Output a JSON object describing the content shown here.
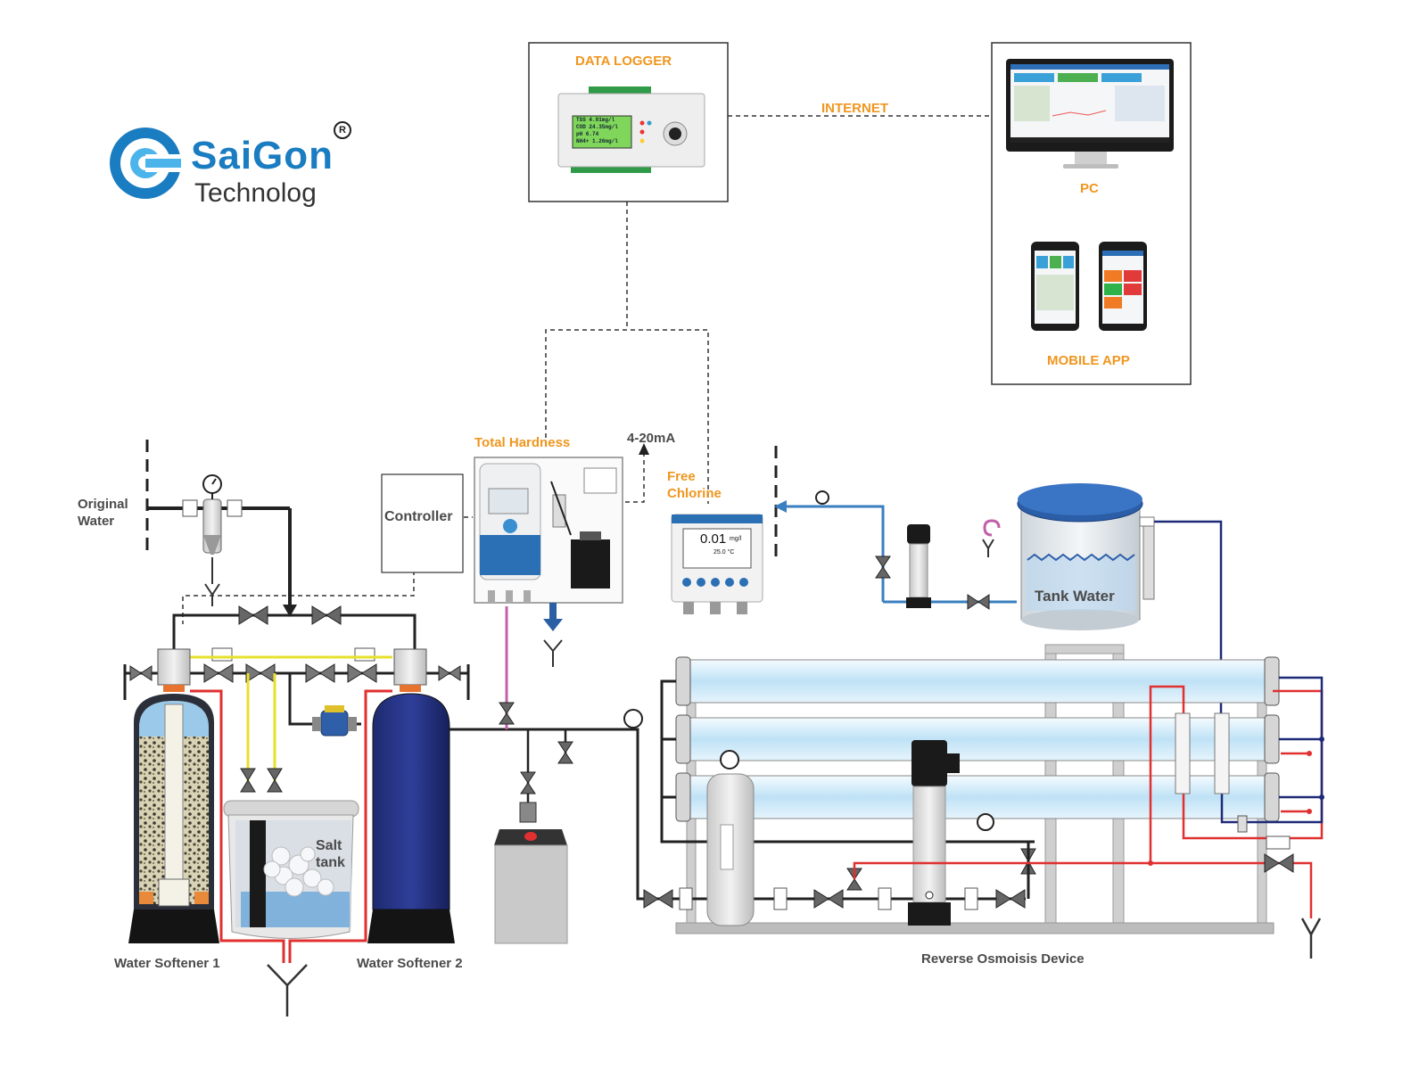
{
  "logo": {
    "line1": "SaiGon",
    "line2": "Technolog",
    "registered": "R"
  },
  "network": {
    "data_logger": "DATA LOGGER",
    "internet": "INTERNET",
    "pc": "PC",
    "mobile_app": "MOBILE APP",
    "logger_screen": [
      "TSS 4.01mg/l",
      "COD 24.35mg/l",
      "pH 6.74",
      "NH4+ 1.26mg/l"
    ]
  },
  "instruments": {
    "total_hardness": "Total Hardness",
    "signal": "4-20mA",
    "free_chlorine_line1": "Free",
    "free_chlorine_line2": "Chlorine",
    "chlorine_reading": "0.01",
    "chlorine_unit": "mg/l",
    "chlorine_temp": "25.0 °C",
    "controller": "Controller"
  },
  "process": {
    "original_water_line1": "Original",
    "original_water_line2": "Water",
    "salt_tank_line1": "Salt",
    "salt_tank_line2": "tank",
    "tank_water": "Tank Water",
    "water_softener_1": "Water Softener 1",
    "water_softener_2": "Water Softener 2",
    "ro_device": "Reverse Osmoisis Device"
  },
  "colors": {
    "accent_orange": "#f0961e",
    "brand_blue": "#1a7cc1",
    "brine_red": "#e03030",
    "regen_yellow": "#e8e02c",
    "signal_pink": "#c060a8",
    "feed_blue": "#3a7fc0",
    "navy": "#1e2a78"
  }
}
